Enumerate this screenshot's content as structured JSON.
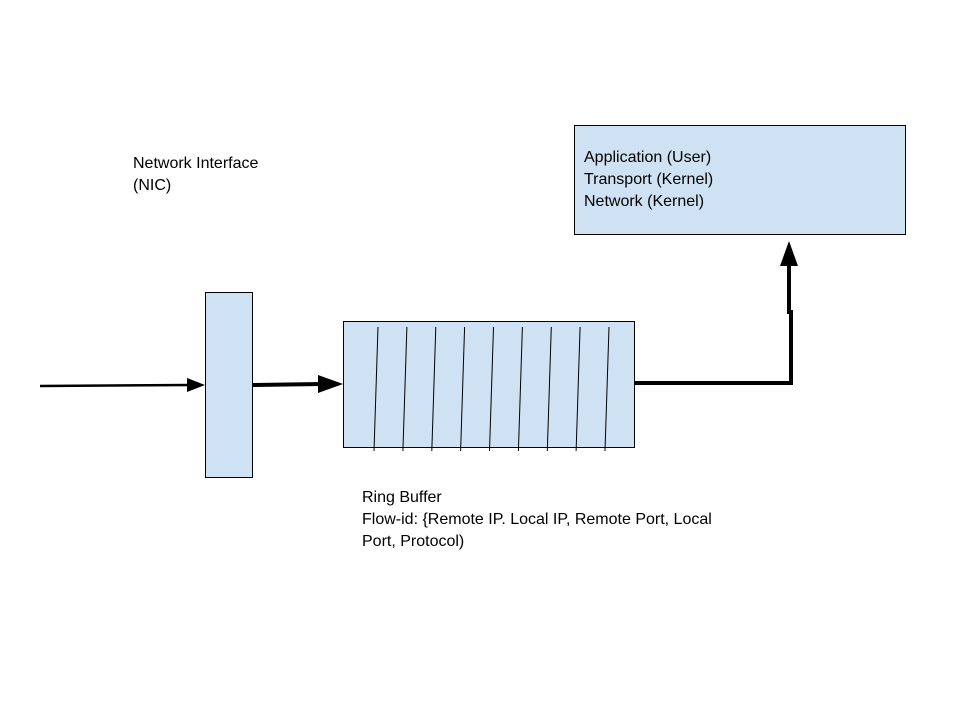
{
  "nic": {
    "label": "Network Interface\n(NIC)"
  },
  "ring_buffer": {
    "label": "Ring Buffer\nFlow-id: {Remote IP. Local IP, Remote Port, Local\nPort, Protocol)",
    "slot_count": 9
  },
  "stack": {
    "lines": "Application (User)\nTransport (Kernel)\nNetwork (Kernel)"
  },
  "colors": {
    "box_fill": "#cfe2f3",
    "stroke": "#000000"
  }
}
